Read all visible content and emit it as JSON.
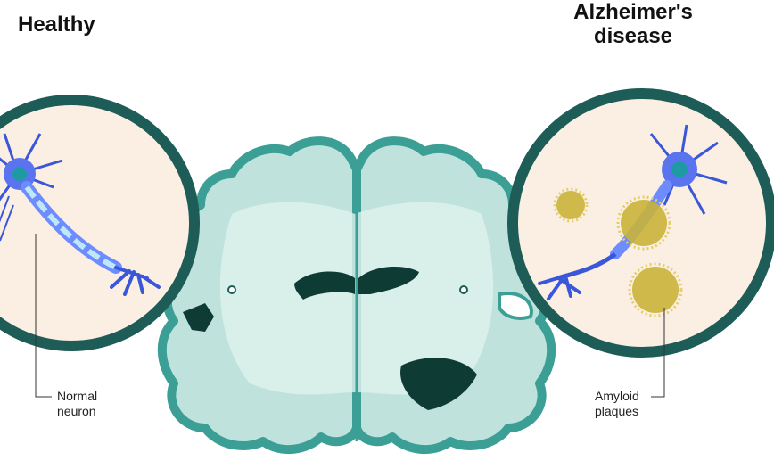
{
  "titles": {
    "healthy": "Healthy",
    "alzheimers": "Alzheimer's disease"
  },
  "labels": {
    "normal_neuron": "Normal neuron",
    "amyloid_plaques": "Amyloid plaques"
  },
  "colors": {
    "brain_fill": "#bfe3dc",
    "brain_outline": "#3c9f95",
    "ventricle": "#0f3b35",
    "circle_ring": "#1e5d57",
    "circle_bg": "#fbeee2",
    "neuron_blue": "#3b57d9",
    "neuron_light": "#6d8cff",
    "plaque": "#c9b23a"
  }
}
